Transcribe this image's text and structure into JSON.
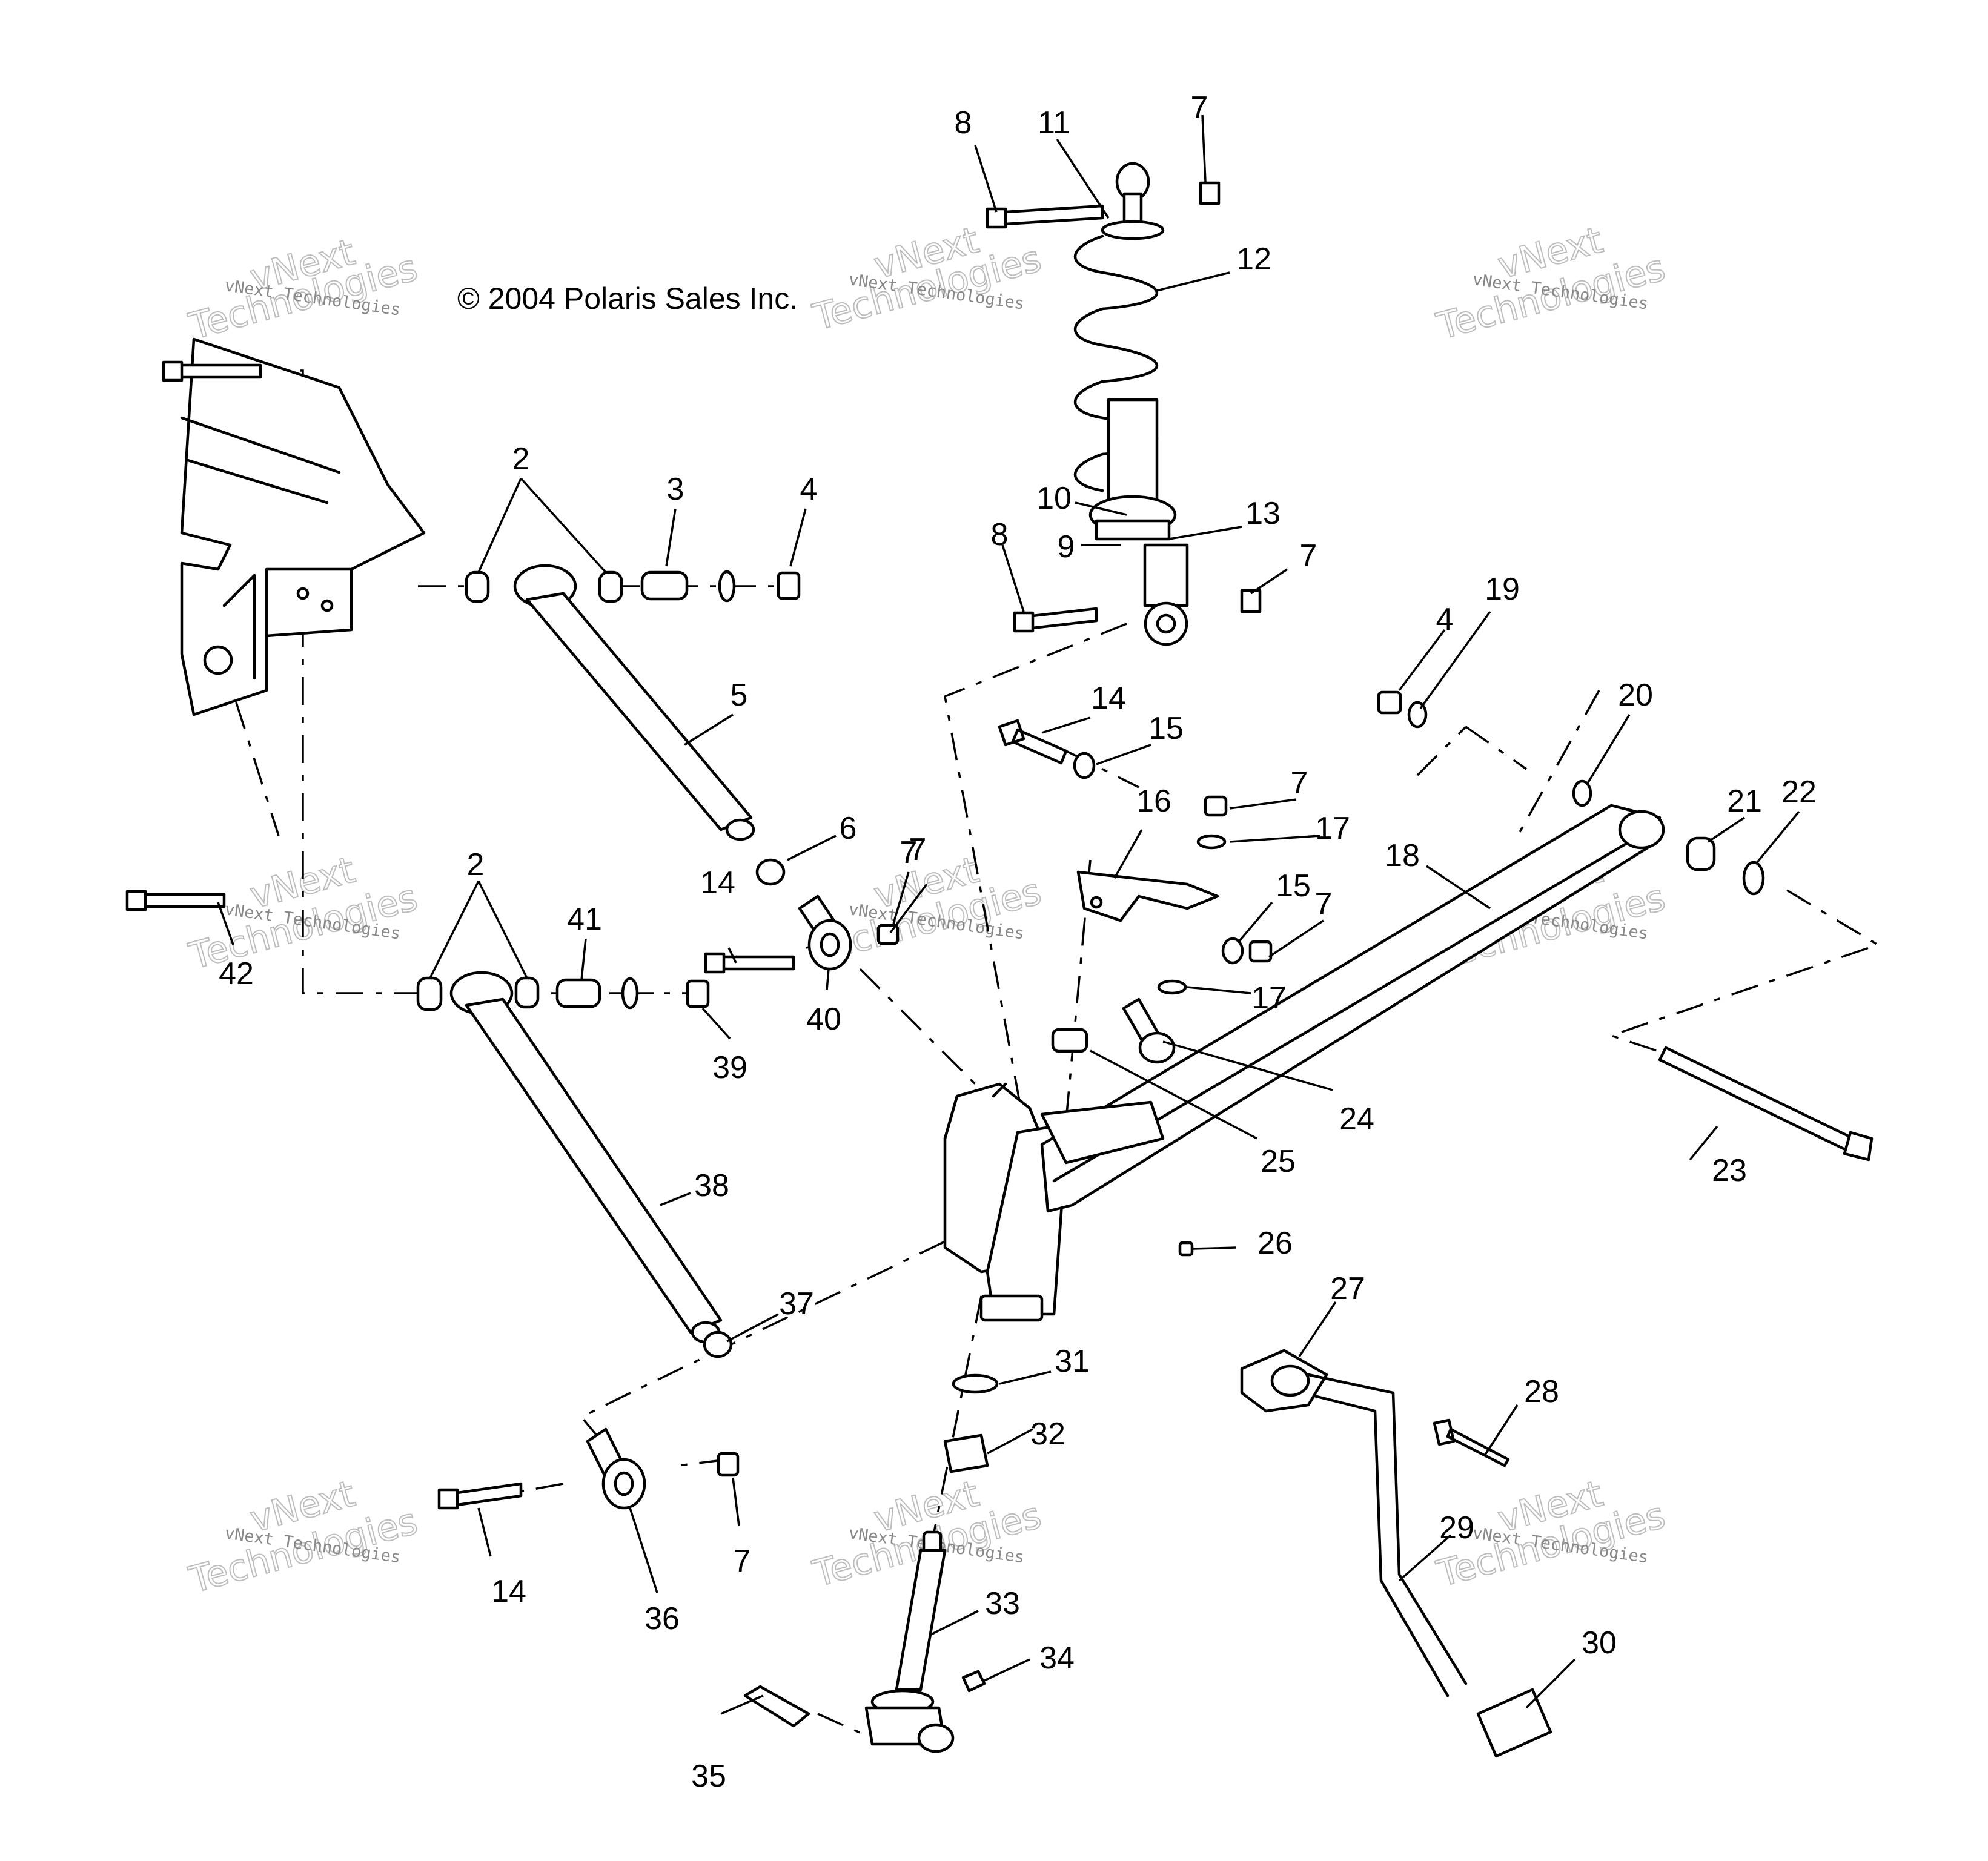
{
  "copyright": "© 2004 Polaris Sales Inc.",
  "watermark": {
    "line1": "vNext Technologies",
    "line2": "vNext",
    "line3": "Technologies"
  },
  "callouts": {
    "c2a": "2",
    "c3": "3",
    "c4a": "4",
    "c5": "5",
    "c6": "6",
    "c7a": "7",
    "c8a": "8",
    "c9": "9",
    "c10": "10",
    "c11": "11",
    "c12": "12",
    "c13": "13",
    "c8b": "8",
    "c7b": "7",
    "c4b": "4",
    "c19": "19",
    "c14a": "14",
    "c15a": "15",
    "c20": "20",
    "c7c": "7",
    "c16": "16",
    "c17a": "17",
    "c21": "21",
    "c22": "22",
    "c18": "18",
    "c15b": "15",
    "c7d": "7",
    "c2b": "2",
    "c41": "41",
    "c14b": "14",
    "c7e": "7",
    "c40": "40",
    "c42": "42",
    "c39": "39",
    "c17b": "17",
    "c24": "24",
    "c25": "25",
    "c38": "38",
    "c23": "23",
    "c26": "26",
    "c37": "37",
    "c27": "27",
    "c31": "31",
    "c28": "28",
    "c32": "32",
    "c14c": "14",
    "c7f": "7",
    "c36": "36",
    "c29": "29",
    "c33": "33",
    "c34": "34",
    "c30": "30",
    "c35": "35"
  }
}
